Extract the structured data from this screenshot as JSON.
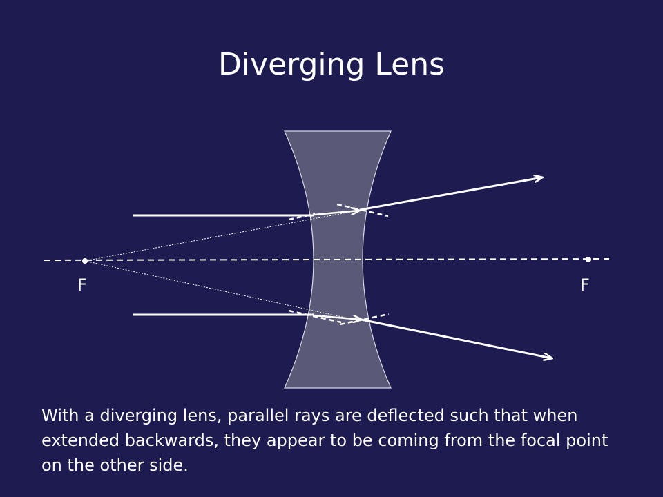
{
  "slide": {
    "title": "Diverging Lens",
    "focal_left_label": "F",
    "focal_right_label": "F",
    "caption": "With a diverging lens, parallel rays are deflected such that when extended backwards, they appear to be coming from the focal point on the other side."
  },
  "colors": {
    "background": "#1d1b4f",
    "lens_fill": "#5a5a78",
    "lens_stroke": "#d8d8e4",
    "ray": "#ffffff",
    "text": "#ffffff"
  },
  "icons": {
    "arrowhead": "arrow-head-icon"
  }
}
